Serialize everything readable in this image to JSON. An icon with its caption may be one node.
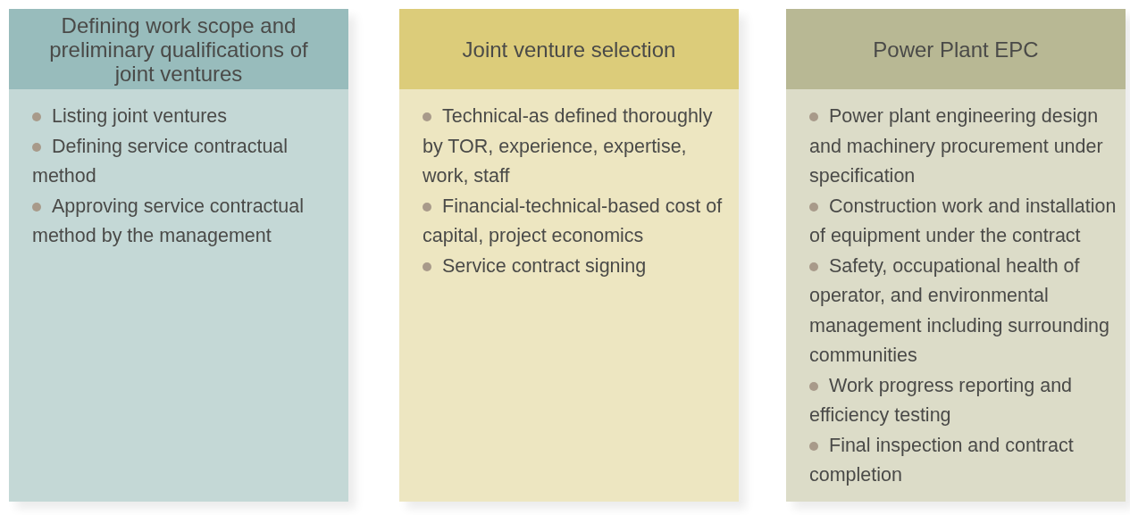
{
  "diagram": {
    "nodes": [
      {
        "text": [
          "Defining work scope and preliminary qualifications of joint ventures",
          "Listing joint ventures",
          "Defining service contractual method",
          "Approving service contractual method by the management"
        ]
      },
      {
        "text": [
          "Joint venture selection",
          "Technical-as defined thoroughly by TOR, experience, expertise, work, staff",
          "Financial-technical-based cost of capital, project economics",
          "Service contract signing"
        ]
      },
      {
        "text": [
          "Power Plant EPC",
          "Power plant engineering design and machinery procurement under specification",
          "Construction work and installation of equipment under the contract",
          "Safety, occupational health of operator, and environmental management including surrounding communities",
          "Work progress reporting and efficiency testing",
          "Final inspection and contract completion"
        ]
      }
    ]
  }
}
